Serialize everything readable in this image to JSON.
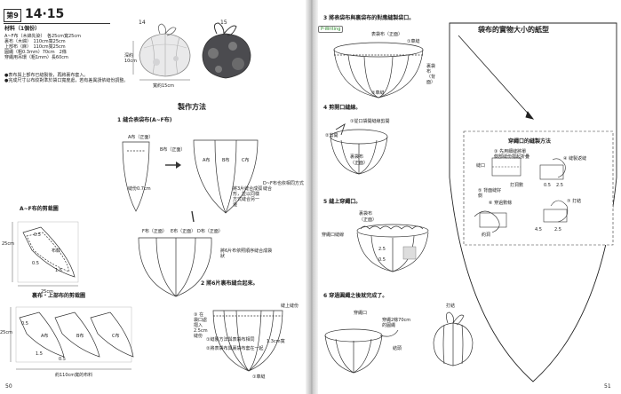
{
  "left_page": {
    "header_number": "9",
    "header_title": "14·15",
    "materials_heading": "材料（1個份）",
    "materials": [
      "A~F布（木綿先染）　各25cm寬25cm",
      "裏布（木綿）　110cm寬25cm",
      "上部布（麻）　110cm寬25cm",
      "圓繩（粗0.3mm）70cm　2條",
      "穿繩用吊環（粗1mm）長60cm"
    ],
    "notes": [
      "●表布與上部布已縫製後，再將裏布套入。",
      "●完成尺寸以布紋對準於袋口寬度處，若有差異請依縫份調整。"
    ],
    "photo_labels": {
      "left": "14",
      "right": "15"
    },
    "dimension_labels": {
      "height": "深約10cm",
      "width": "寬約15cm"
    },
    "section_title": "製作方法",
    "step1_title": "1 縫合表袋布(A~F布)",
    "callout_a": "A布（正面）",
    "callout_b": "B布（正面）",
    "seam_note": "縫份0.7cm",
    "diagram_labels": [
      "A布",
      "B布",
      "C布",
      "（正面）",
      "（正面）",
      "（正面）"
    ],
    "fold_note": "D~F布也依相同方式縫合",
    "join_note": "將3片縫合成弧形，並以同樣方式縫合另一邊",
    "row_labels": [
      "F布（正面）",
      "E布（正面）",
      "D布（正面）"
    ],
    "combine_note": "將6片布依照順序縫合成袋狀",
    "step2_title": "2 將6片裏布縫合起來。",
    "step2_note1": "縫上縫份",
    "step2_note2": "①縫製方法與表袋布相同",
    "step2_note3": "②將表袋布與裏袋布套在一起",
    "step2_note4": "①車縫",
    "step2_note5": "1.3cm寬",
    "side_note": "③ 在袋口處摺入2.5cm縫份",
    "pattern_af_title": "A~F布的剪裁圖",
    "pattern_af_dims": [
      "25cm",
      "25cm",
      "0.5",
      "0.5",
      "1.5",
      "布紋"
    ],
    "pattern_lining_title": "裏布・上部布的剪裁圖",
    "pattern_lining_labels": [
      "25cm",
      "0.5",
      "1.5",
      "A布",
      "B布",
      "C布",
      "0.5"
    ],
    "pattern_lining_bottom": "約110cm寬的布料",
    "page_number": "50"
  },
  "right_page": {
    "step3_title": "3 將表袋布與裏袋布的對應縫製袋口。",
    "logo_text": "P-Writing",
    "step3_labels": [
      "表袋布（正面）",
      "①車縫",
      "裏袋布（背面）",
      "②車縫"
    ],
    "step4_title": "4 剪開口縫線。",
    "step4_labels": [
      "①從口袋開縫線剪開",
      "②剪開",
      "裏袋布",
      "（正面）"
    ],
    "step5_title": "5 縫上穿繩口。",
    "step5_labels": [
      "裏袋布",
      "（正面）",
      "穿繩口縫線",
      "2.5",
      "0.5"
    ],
    "step6_title": "6 穿過圓繩之後就完成了。",
    "step6_labels": [
      "穿繩口",
      "穿繩2條70cm的圓繩",
      "打結",
      "結頭"
    ],
    "pattern_title": "袋布的實物大小的紙型",
    "inset_title": "穿繩口的縫製方法",
    "inset_labels": [
      "③ 先用細縫將單側部縫份摺起折疊",
      "④ 縫製返縫",
      "縫口",
      "2.5",
      "0.5",
      "打洞數",
      "⑤ 背面縫好側",
      "⑥ 穿過數條",
      "⑦ 打結",
      "4.5",
      "2.5",
      "約洞"
    ],
    "page_number": "51"
  }
}
